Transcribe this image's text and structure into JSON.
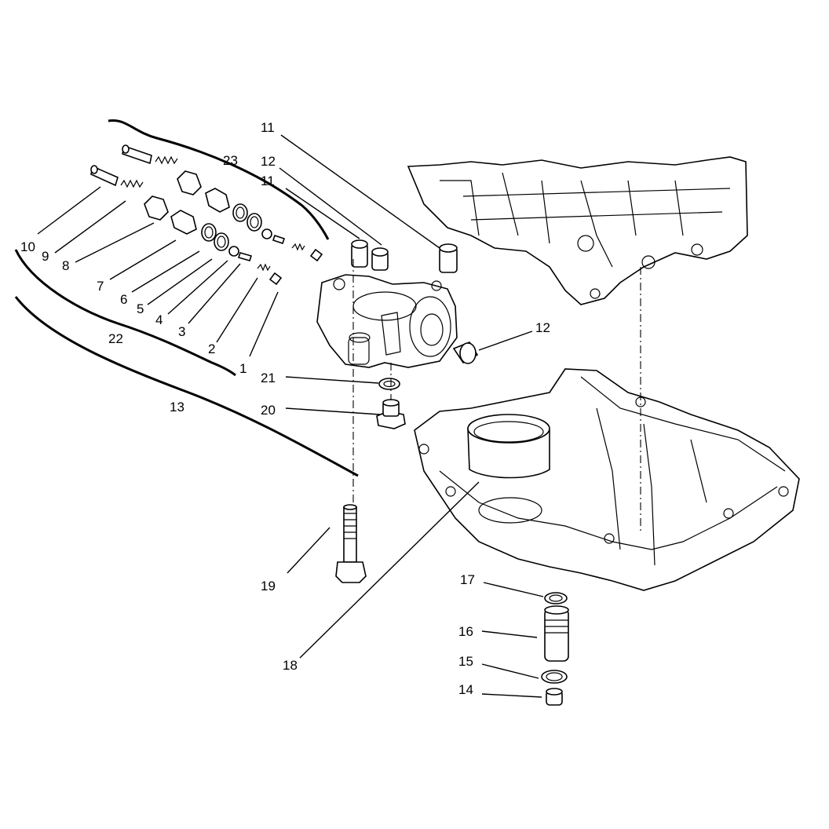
{
  "callouts": {
    "c1": "1",
    "c2": "2",
    "c3": "3",
    "c4": "4",
    "c5": "5",
    "c6": "6",
    "c7": "7",
    "c8": "8",
    "c9": "9",
    "c10": "10",
    "c11a": "11",
    "c11b": "11",
    "c12a": "12",
    "c12b": "12",
    "c13": "13",
    "c14": "14",
    "c15": "15",
    "c16": "16",
    "c17": "17",
    "c18": "18",
    "c19": "19",
    "c20": "20",
    "c21": "21",
    "c22": "22",
    "c23": "23"
  }
}
